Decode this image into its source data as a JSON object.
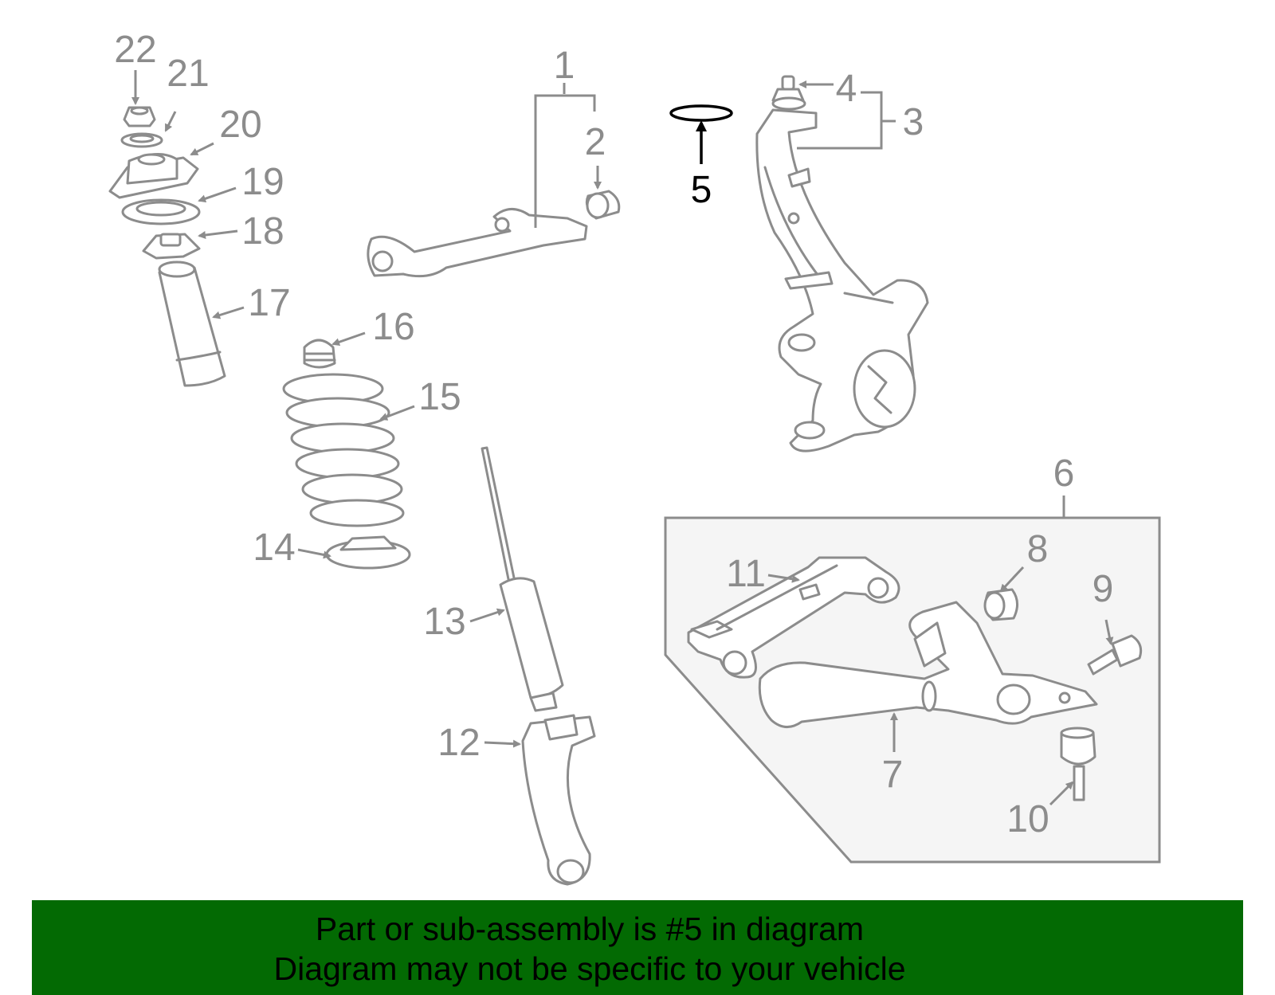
{
  "diagram": {
    "labels": {
      "c1": "1",
      "c2": "2",
      "c3": "3",
      "c4": "4",
      "c5": "5",
      "c6": "6",
      "c7": "7",
      "c8": "8",
      "c9": "9",
      "c10": "10",
      "c11": "11",
      "c12": "12",
      "c13": "13",
      "c14": "14",
      "c15": "15",
      "c16": "16",
      "c17": "17",
      "c18": "18",
      "c19": "19",
      "c20": "20",
      "c21": "21",
      "c22": "22"
    },
    "highlighted_callout": "5",
    "colors": {
      "parts": "#8c8c8c",
      "highlight": "#000000",
      "subassembly_fill": "#f5f5f5"
    }
  },
  "banner": {
    "line1": "Part or sub-assembly is #5 in diagram",
    "line2": "Diagram may not be specific to your vehicle",
    "background": "#036a03"
  }
}
